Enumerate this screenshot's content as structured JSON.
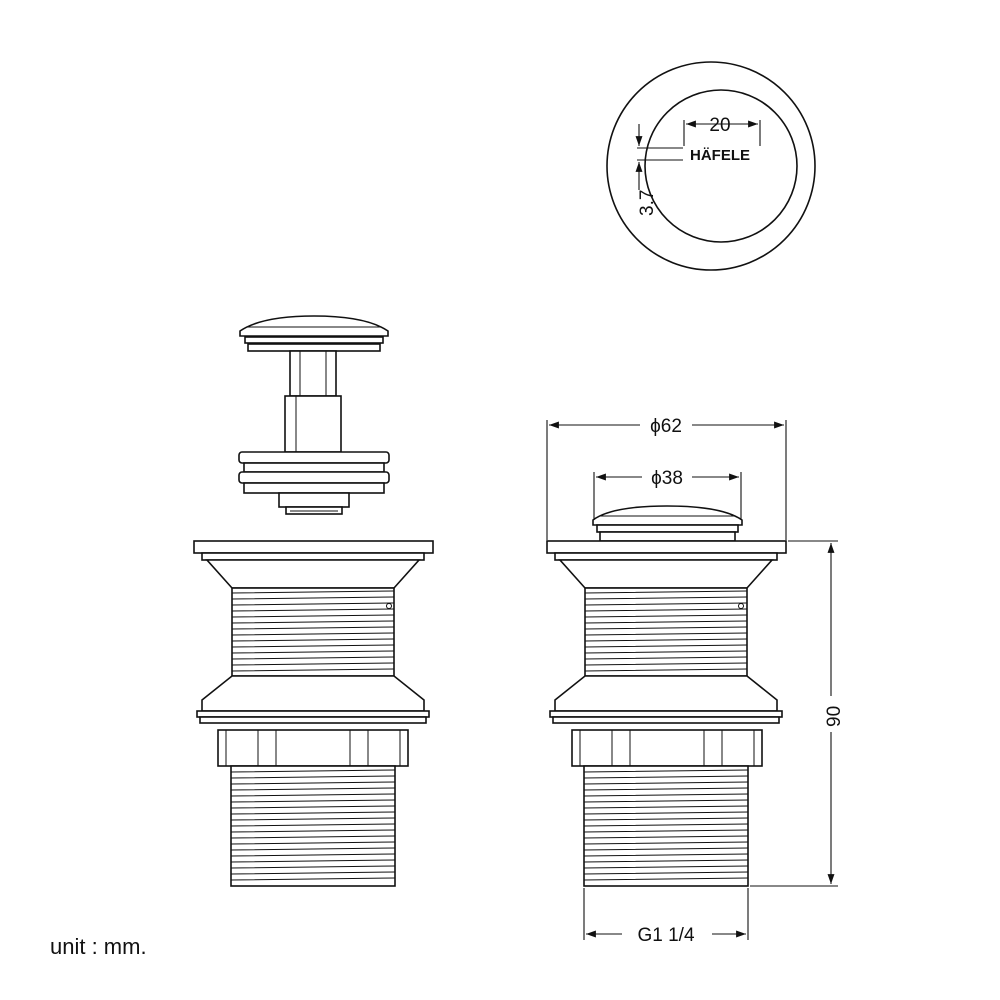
{
  "logo_text": "HÄFELE",
  "dimensions": {
    "logo_width": "20",
    "logo_height": "3.7",
    "outer_diameter": "ϕ62",
    "cap_diameter": "ϕ38",
    "height": "90",
    "thread": "G1 1/4"
  },
  "unit_label": "unit : mm."
}
